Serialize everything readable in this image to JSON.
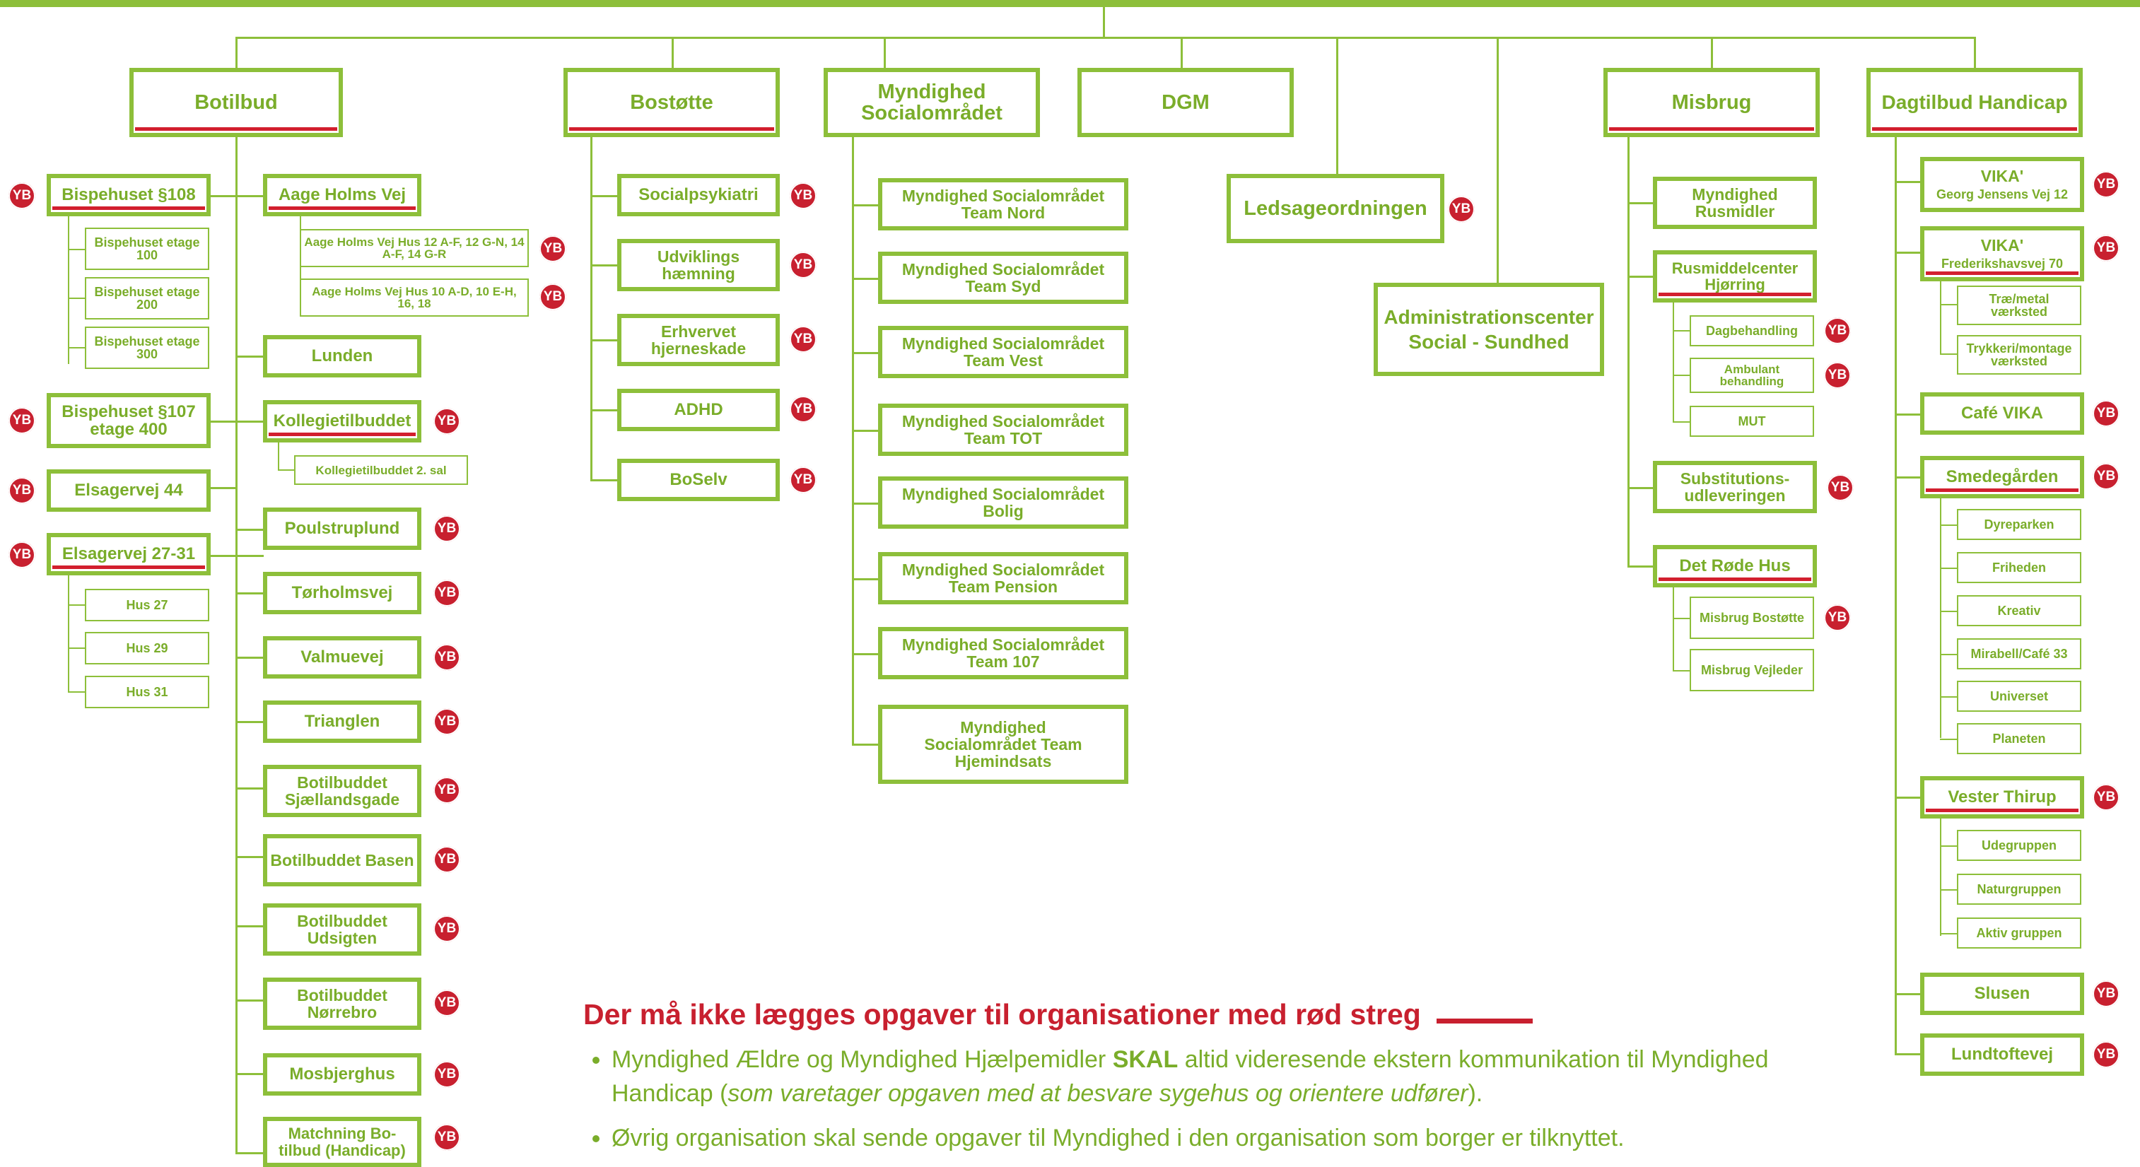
{
  "colors": {
    "green": "#8dbf3a",
    "text_green": "#7aad2a",
    "red": "#c8202f"
  },
  "badge": "YB",
  "departments": {
    "botilbud": {
      "title": "Botilbud",
      "left": {
        "bispehuset108": {
          "label": "Bispehuset §108",
          "subs": [
            "Bispehuset etage 100",
            "Bispehuset etage 200",
            "Bispehuset etage 300"
          ]
        },
        "bispehuset107": {
          "label": "Bispehuset §107 etage 400"
        },
        "elsagervej44": {
          "label": "Elsagervej 44"
        },
        "elsagervej2731": {
          "label": "Elsagervej 27-31",
          "subs": [
            "Hus 27",
            "Hus 29",
            "Hus 31"
          ]
        }
      },
      "right": {
        "aageholms": {
          "label": "Aage Holms Vej",
          "subs": [
            "Aage Holms Vej Hus 12 A-F, 12 G-N, 14 A-F, 14 G-R",
            "Aage Holms Vej Hus 10 A-D, 10 E-H, 16, 18"
          ]
        },
        "lunden": {
          "label": "Lunden"
        },
        "kollegie": {
          "label": "Kollegietilbuddet",
          "subs": [
            "Kollegietilbuddet 2. sal"
          ]
        },
        "poulstrup": {
          "label": "Poulstruplund"
        },
        "torholm": {
          "label": "Tørholmsvej"
        },
        "valmue": {
          "label": "Valmuevej"
        },
        "trianglen": {
          "label": "Trianglen"
        },
        "sjaelland": {
          "label": "Botilbuddet Sjællandsgade"
        },
        "basen": {
          "label": "Botilbuddet Basen"
        },
        "udsigten": {
          "label": "Botilbuddet Udsigten"
        },
        "norrebro": {
          "label": "Botilbuddet Nørrebro"
        },
        "mosbjerg": {
          "label": "Mosbjerghus"
        },
        "matchning": {
          "label": "Matchning Bo-tilbud (Handicap)"
        }
      }
    },
    "bostotte": {
      "title": "Bostøtte",
      "items": [
        "Socialpsykiatri",
        "Udviklings hæmning",
        "Erhvervet hjerneskade",
        "ADHD",
        "BoSelv"
      ]
    },
    "myndighed": {
      "title": "Myndighed Socialområdet",
      "items": [
        "Myndighed Socialområdet Team Nord",
        "Myndighed Socialområdet Team Syd",
        "Myndighed Socialområdet Team Vest",
        "Myndighed Socialområdet Team TOT",
        "Myndighed Socialområdet Bolig",
        "Myndighed Socialområdet Team Pension",
        "Myndighed Socialområdet Team 107",
        "Myndighed Socialområdet Team Hjemindsats"
      ]
    },
    "dgm": {
      "title": "DGM"
    },
    "ledsage": {
      "title": "Ledsageordningen"
    },
    "admin": {
      "title": "Administrationscenter Social - Sundhed"
    },
    "misbrug": {
      "title": "Misbrug",
      "myndighed_rus": "Myndighed Rusmidler",
      "rusmiddel": {
        "label": "Rusmiddelcenter Hjørring",
        "subs": [
          "Dagbehandling",
          "Ambulant behandling",
          "MUT"
        ]
      },
      "substitution": "Substitutions-udleveringen",
      "rodehus": {
        "label": "Det Røde Hus",
        "subs": [
          "Misbrug Bostøtte",
          "Misbrug Vejleder"
        ]
      }
    },
    "dagtilbud": {
      "title": "Dagtilbud Handicap",
      "vika1": {
        "label": "VIKA'",
        "sub": "Georg Jensens Vej 12"
      },
      "vika2": {
        "label": "VIKA'",
        "sub": "Frederikshavsvej 70",
        "subs": [
          "Træ/metal værksted",
          "Trykkeri/montage værksted"
        ]
      },
      "cafevika": "Café VIKA",
      "smede": {
        "label": "Smedegården",
        "subs": [
          "Dyreparken",
          "Friheden",
          "Kreativ",
          "Mirabell/Café 33",
          "Universet",
          "Planeten"
        ]
      },
      "vester": {
        "label": "Vester Thirup",
        "subs": [
          "Udegruppen",
          "Naturgruppen",
          "Aktiv gruppen"
        ]
      },
      "slusen": "Slusen",
      "lundtofte": "Lundtoftevej"
    }
  },
  "note": {
    "title": "Der må ikke lægges opgaver til organisationer med rød streg",
    "b1_pre": "Myndighed Ældre og Myndighed Hjælpemidler ",
    "b1_bold": "SKAL",
    "b1_mid": " altid videresende ekstern kommunikation til Myndighed Handicap (",
    "b1_ital": "som varetager opgaven med at besvare sygehus og orientere udfører",
    "b1_end": ").",
    "b2": "Øvrig organisation skal sende opgaver til Myndighed i den organisation som borger er tilknyttet."
  }
}
